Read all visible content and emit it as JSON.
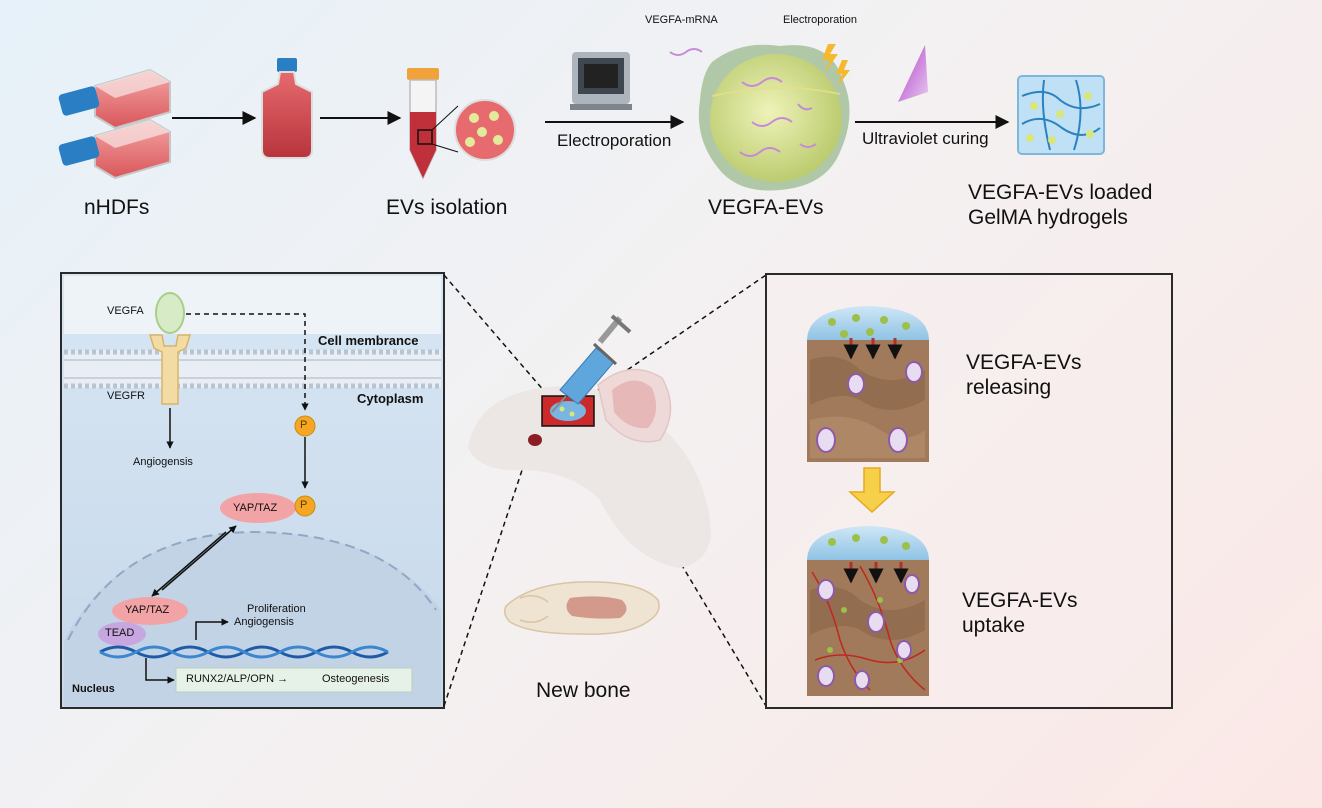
{
  "top_row": {
    "nhdfs": "nHDFs",
    "evs_isolation": "EVs isolation",
    "electroporation_arrow": "Electroporation",
    "vegfa_mrna": "VEGFA-mRNA",
    "electroporation_top": "Electroporation",
    "vegfa_evs": "VEGFA-EVs",
    "uv_curing": "Ultraviolet curing",
    "hydrogel_line1": "VEGFA-EVs loaded",
    "hydrogel_line2": "GelMA hydrogels"
  },
  "left_panel": {
    "vegfa": "VEGFA",
    "cell_membrance": "Cell membrance",
    "vegfr": "VEGFR",
    "cytoplasm": "Cytoplasm",
    "angiogensis": "Angiogensis",
    "p": "P",
    "yap_taz": "YAP/TAZ",
    "tead": "TEAD",
    "proliferation": "Proliferation",
    "angiogensis2": "Angiogensis",
    "nucleus": "Nucleus",
    "genes": "RUNX2/ALP/OPN →",
    "osteogenesis": "Osteogenesis"
  },
  "center": {
    "new_bone": "New bone"
  },
  "right_panel": {
    "releasing_line1": "VEGFA-EVs",
    "releasing_line2": "releasing",
    "uptake_line1": "VEGFA-EVs",
    "uptake_line2": "uptake"
  },
  "colors": {
    "flask_media": "#e2676b",
    "flask_cap": "#2a7fc4",
    "ev_green": "#dfe89a",
    "hydrogel_blue": "#bfe0f5",
    "tissue_brown": "#a07a5a",
    "arrow_red": "#b0302c",
    "yap_pink": "#f2a3a6",
    "phospho_orange": "#f5a623",
    "tead_purple": "#c8a6e0"
  }
}
